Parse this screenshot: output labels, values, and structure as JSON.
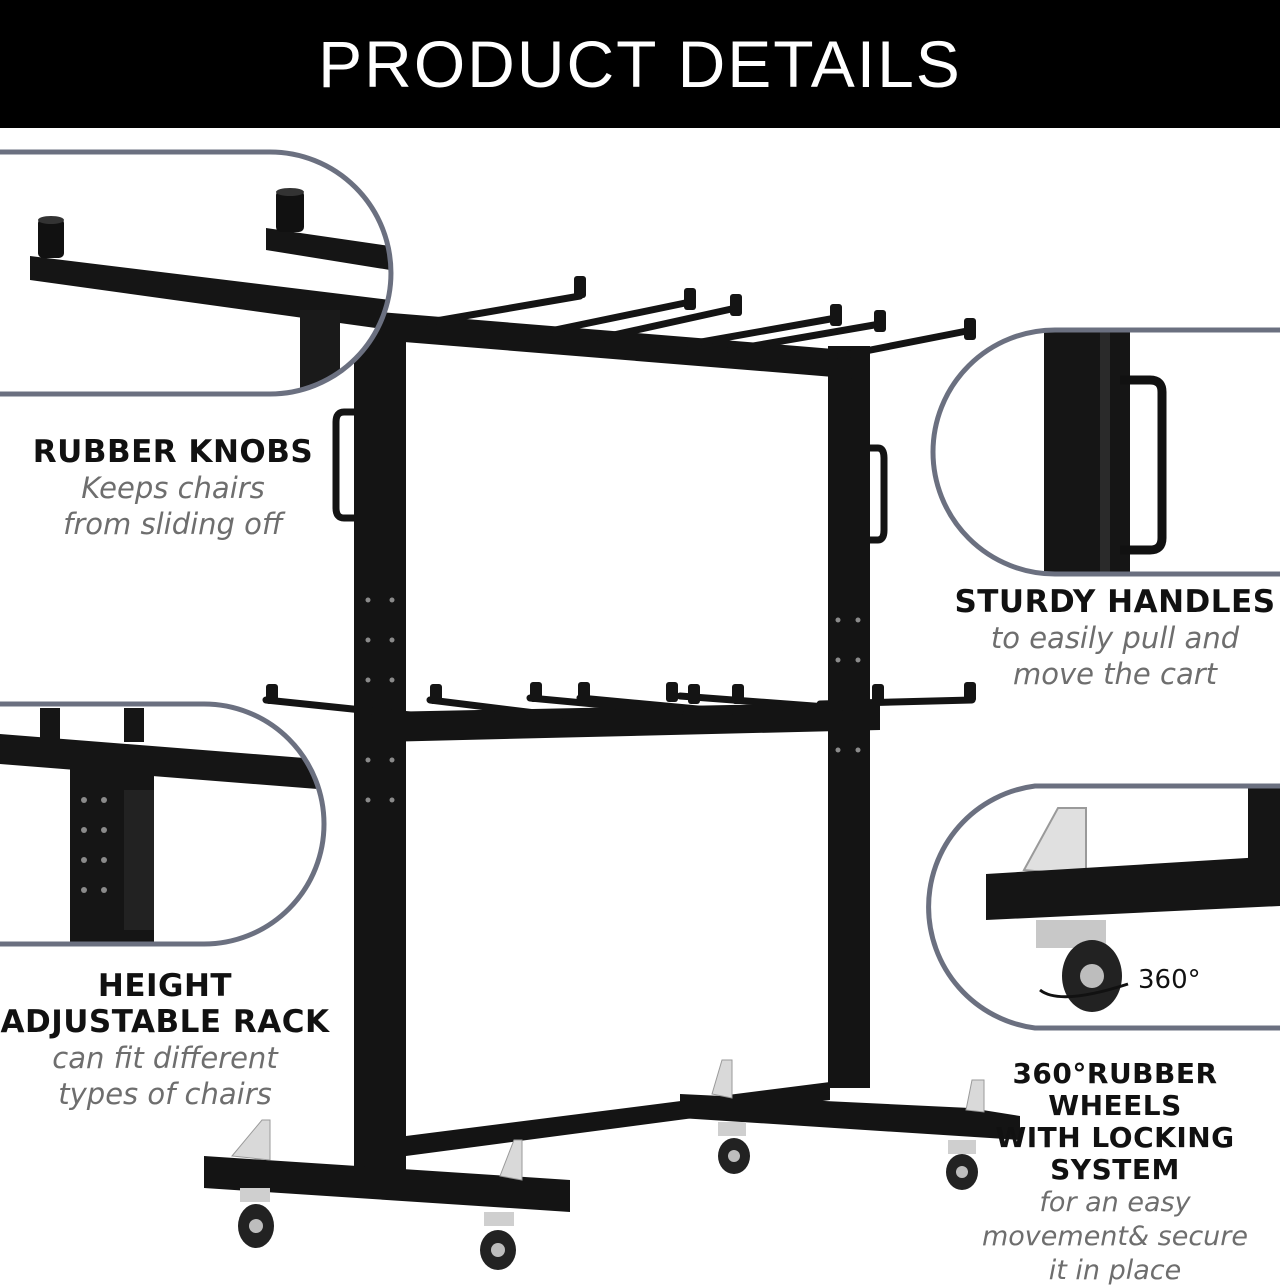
{
  "header": {
    "title": "PRODUCT DETAILS"
  },
  "features": [
    {
      "title": "RUBBER KNOBS",
      "lines": [
        "Keeps chairs",
        "from sliding off"
      ]
    },
    {
      "title": "STURDY HANDLES",
      "lines": [
        "to easily pull and",
        "move the cart"
      ]
    },
    {
      "title_lines": [
        "HEIGHT",
        "ADJUSTABLE RACK"
      ],
      "lines": [
        "can fit different",
        "types of chairs"
      ]
    },
    {
      "title_lines": [
        "360°RUBBER WHEELS",
        "WITH LOCKING",
        "SYSTEM"
      ],
      "lines": [
        "for an easy",
        "movement& secure",
        "it in place"
      ]
    }
  ],
  "wheel_callout": {
    "rotation_label": "360°"
  },
  "colors": {
    "header_bg": "#000000",
    "header_text": "#ffffff",
    "frame": "#141414",
    "callout_border": "#6b7080",
    "subtext": "#6e6e6e"
  }
}
